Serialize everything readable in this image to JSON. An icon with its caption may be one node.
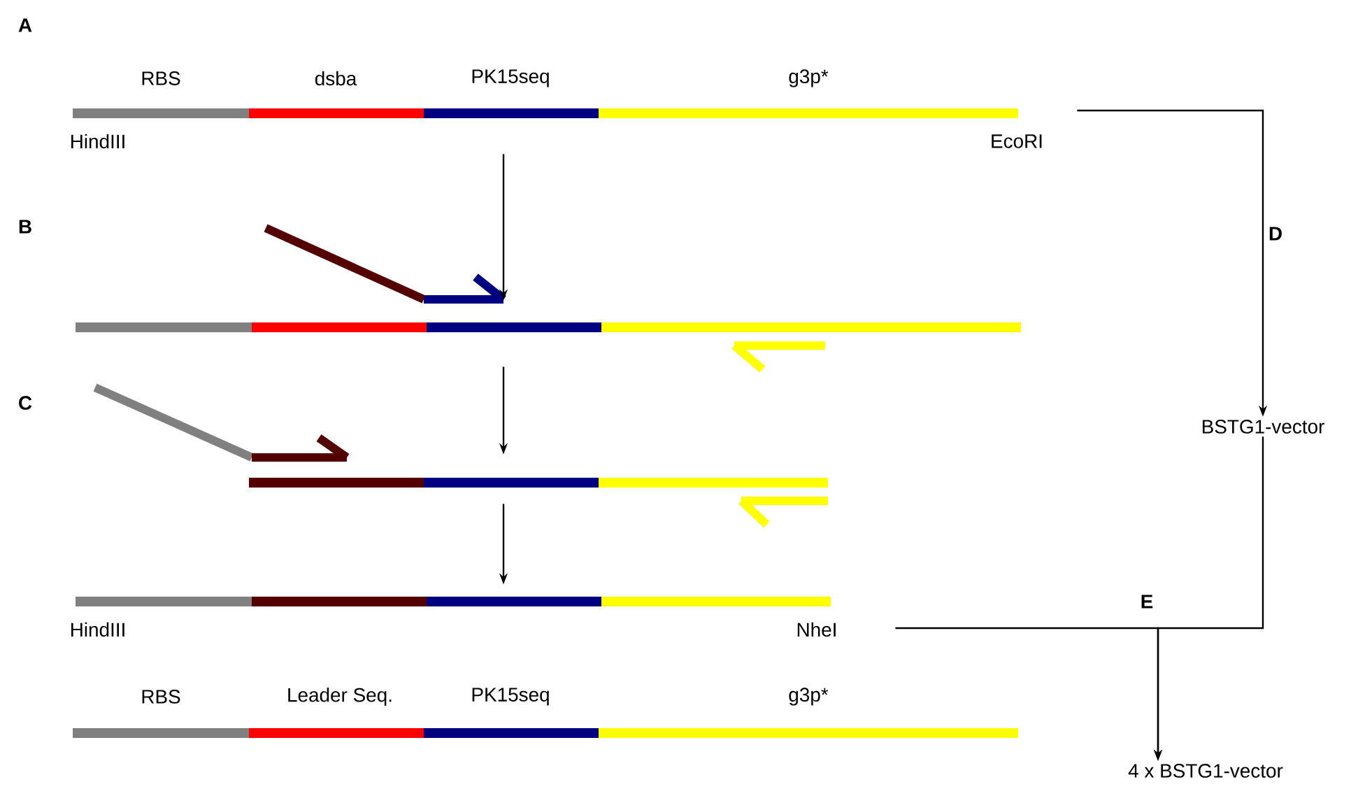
{
  "diagram": {
    "nodes": [
      {
        "text": [
          "RBS",
          "dsba",
          "PK15seq",
          "g3p*",
          "HindIII",
          "EcoRI"
        ]
      },
      {
        "text": [],
        "shape": "bar"
      },
      {
        "text": [],
        "shape": "bar"
      },
      {
        "text": [
          "HindIII",
          "NheI"
        ]
      },
      {
        "text": [
          "BSTG1-vector"
        ]
      },
      {
        "text": [
          "RBS",
          "Leader Seq.",
          "PK15seq",
          "g3p*"
        ]
      },
      {
        "text": [
          "4 x BSTG1-vector"
        ]
      }
    ],
    "edges": [
      {
        "from": 0,
        "to": 1,
        "arrow": "to"
      },
      {
        "from": 1,
        "to": 2,
        "arrow": "to"
      },
      {
        "from": 2,
        "to": 3,
        "arrow": "to"
      },
      {
        "from": 0,
        "to": 4,
        "arrow": "to",
        "label": "D"
      },
      {
        "from": 4,
        "to": 6,
        "arrow": "to"
      },
      {
        "from": 3,
        "to": 6,
        "arrow": "to",
        "label": "E"
      }
    ],
    "labels": [
      "A",
      "B",
      "C"
    ]
  }
}
